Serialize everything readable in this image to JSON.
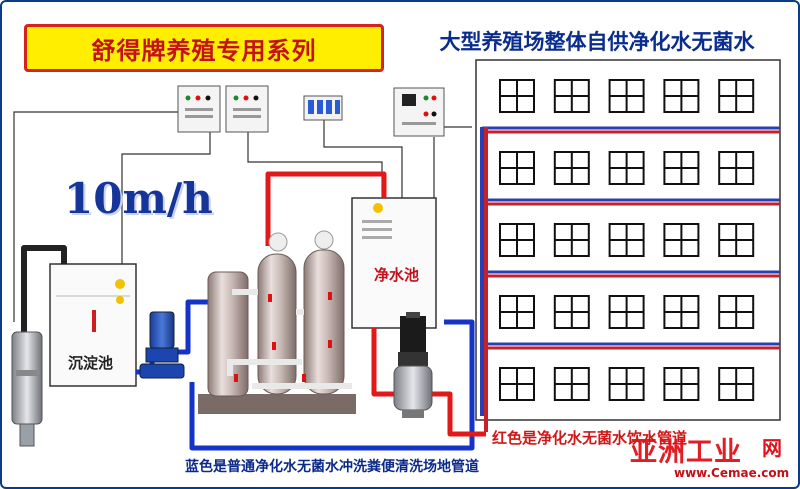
{
  "banner": {
    "title": "舒得牌养殖专用系列"
  },
  "headline": "大型养殖场整体自供净化水无菌水",
  "flow_rate": "10m/h",
  "tanks": {
    "sediment_tank": "沉淀池",
    "clean_tank": "净水池"
  },
  "legend": {
    "red": "红色是净化水无菌水饮水管道",
    "blue": "蓝色是普通净化水无菌水冲洗粪便清洗场地管道"
  },
  "watermark": {
    "name": "亚洲工业",
    "suffix": "网",
    "url": "www.Cemae.com"
  },
  "building": {
    "floors": 5,
    "windows_per_floor": 5
  },
  "colors": {
    "pipe_red": "#e11919",
    "pipe_blue": "#1633c7",
    "pipe_dark": "#222222",
    "banner_bg": "#ffee00",
    "banner_border": "#d92020",
    "banner_text": "#c2121e",
    "headline_text": "#0a2c8c",
    "floor_blue": "#2b3fb5",
    "floor_red": "#c8202a"
  },
  "icons": [
    "control-box-icon",
    "submersible-pump-icon",
    "centrifugal-pump-icon",
    "filter-tank-icon",
    "window-icon"
  ]
}
